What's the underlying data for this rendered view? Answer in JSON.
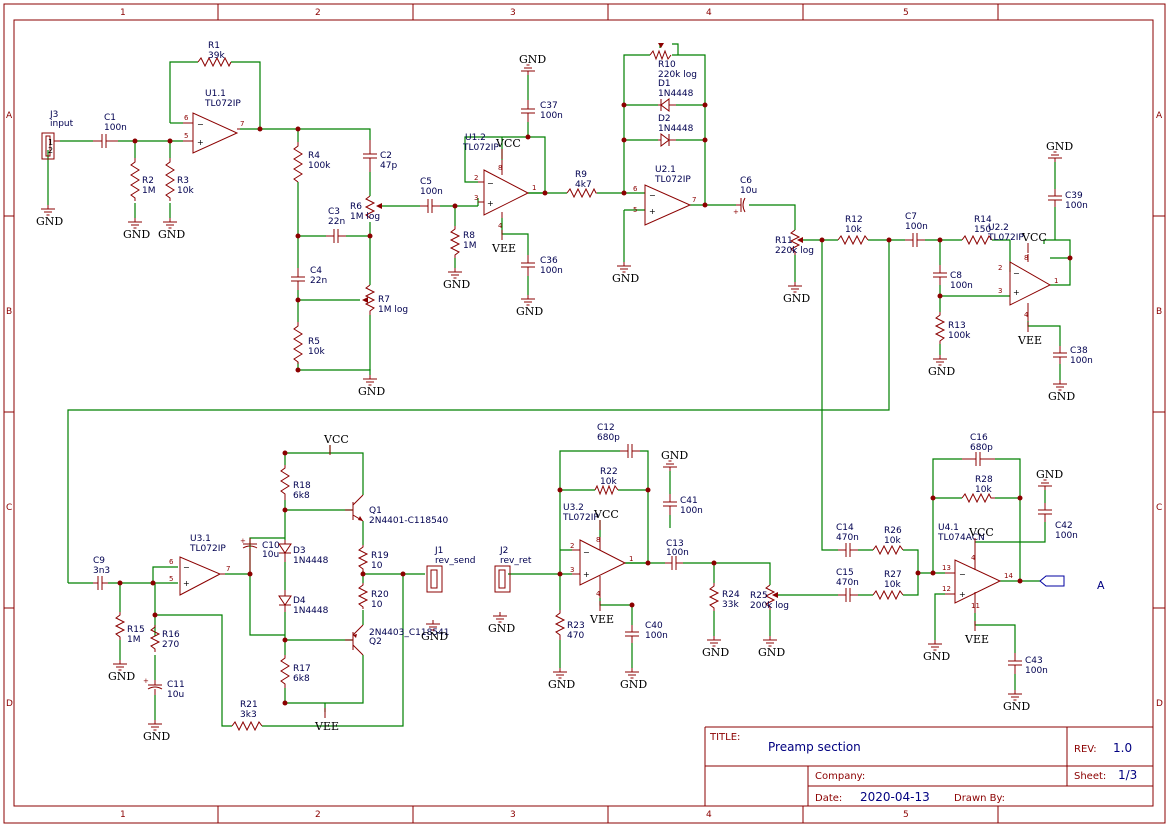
{
  "zones": {
    "columns": [
      "1",
      "2",
      "3",
      "4",
      "5"
    ],
    "rows": [
      "A",
      "B",
      "C",
      "D"
    ]
  },
  "title_block": {
    "title_label": "TITLE:",
    "title": "Preamp section",
    "rev_label": "REV:",
    "rev": "1.0",
    "company_label": "Company:",
    "company": "",
    "sheet_label": "Sheet:",
    "sheet": "1/3",
    "date_label": "Date:",
    "date": "2020-04-13",
    "drawn_by_label": "Drawn By:",
    "drawn_by": ""
  },
  "power": {
    "gnd": "GND",
    "vcc": "VCC",
    "vee": "VEE"
  },
  "net_labels": {
    "out_a": "A"
  },
  "parts": {
    "J3": {
      "ref": "J3",
      "value": "input"
    },
    "J1": {
      "ref": "J1",
      "value": "rev_send"
    },
    "J2": {
      "ref": "J2",
      "value": "rev_ret"
    },
    "C1": {
      "ref": "C1",
      "value": "100n"
    },
    "C2": {
      "ref": "C2",
      "value": "47p"
    },
    "C3": {
      "ref": "C3",
      "value": "22n"
    },
    "C4": {
      "ref": "C4",
      "value": "22n"
    },
    "C5": {
      "ref": "C5",
      "value": "100n"
    },
    "C6": {
      "ref": "C6",
      "value": "10u"
    },
    "C7": {
      "ref": "C7",
      "value": "100n"
    },
    "C8": {
      "ref": "C8",
      "value": "100n"
    },
    "C9": {
      "ref": "C9",
      "value": "3n3"
    },
    "C10": {
      "ref": "C10",
      "value": "10u"
    },
    "C11": {
      "ref": "C11",
      "value": "10u"
    },
    "C12": {
      "ref": "C12",
      "value": "680p"
    },
    "C13": {
      "ref": "C13",
      "value": "100n"
    },
    "C14": {
      "ref": "C14",
      "value": "470n"
    },
    "C15": {
      "ref": "C15",
      "value": "470n"
    },
    "C16": {
      "ref": "C16",
      "value": "680p"
    },
    "C36": {
      "ref": "C36",
      "value": "100n"
    },
    "C37": {
      "ref": "C37",
      "value": "100n"
    },
    "C38": {
      "ref": "C38",
      "value": "100n"
    },
    "C39": {
      "ref": "C39",
      "value": "100n"
    },
    "C40": {
      "ref": "C40",
      "value": "100n"
    },
    "C41": {
      "ref": "C41",
      "value": "100n"
    },
    "C42": {
      "ref": "C42",
      "value": "100n"
    },
    "C43": {
      "ref": "C43",
      "value": "100n"
    },
    "R1": {
      "ref": "R1",
      "value": "39k"
    },
    "R2": {
      "ref": "R2",
      "value": "1M"
    },
    "R3": {
      "ref": "R3",
      "value": "10k"
    },
    "R4": {
      "ref": "R4",
      "value": "100k"
    },
    "R5": {
      "ref": "R5",
      "value": "10k"
    },
    "R6": {
      "ref": "R6",
      "value": "1M log"
    },
    "R7": {
      "ref": "R7",
      "value": "1M log"
    },
    "R8": {
      "ref": "R8",
      "value": "1M"
    },
    "R9": {
      "ref": "R9",
      "value": "4k7"
    },
    "R10": {
      "ref": "R10",
      "value": "220k log"
    },
    "R11": {
      "ref": "R11",
      "value": "220k log"
    },
    "R12": {
      "ref": "R12",
      "value": "10k"
    },
    "R13": {
      "ref": "R13",
      "value": "100k"
    },
    "R14": {
      "ref": "R14",
      "value": "150"
    },
    "R15": {
      "ref": "R15",
      "value": "1M"
    },
    "R16": {
      "ref": "R16",
      "value": "270"
    },
    "R17": {
      "ref": "R17",
      "value": "6k8"
    },
    "R18": {
      "ref": "R18",
      "value": "6k8"
    },
    "R19": {
      "ref": "R19",
      "value": "10"
    },
    "R20": {
      "ref": "R20",
      "value": "10"
    },
    "R21": {
      "ref": "R21",
      "value": "3k3"
    },
    "R22": {
      "ref": "R22",
      "value": "10k"
    },
    "R23": {
      "ref": "R23",
      "value": "470"
    },
    "R24": {
      "ref": "R24",
      "value": "33k"
    },
    "R25": {
      "ref": "R25",
      "value": "200k log"
    },
    "R26": {
      "ref": "R26",
      "value": "10k"
    },
    "R27": {
      "ref": "R27",
      "value": "10k"
    },
    "R28": {
      "ref": "R28",
      "value": "10k"
    },
    "D1": {
      "ref": "D1",
      "value": "1N4448"
    },
    "D2": {
      "ref": "D2",
      "value": "1N4448"
    },
    "D3": {
      "ref": "D3",
      "value": "1N4448"
    },
    "D4": {
      "ref": "D4",
      "value": "1N4448"
    },
    "Q1": {
      "ref": "Q1",
      "value": "2N4401-C118540"
    },
    "Q2": {
      "ref": "Q2",
      "value": "2N4403_C118541"
    },
    "U1_1": {
      "ref": "U1.1",
      "value": "TL072IP"
    },
    "U1_2": {
      "ref": "U1.2",
      "value": "TL072IP"
    },
    "U2_1": {
      "ref": "U2.1",
      "value": "TL072IP"
    },
    "U2_2": {
      "ref": "U2.2",
      "value": "TL072IP"
    },
    "U3_1": {
      "ref": "U3.1",
      "value": "TL072IP"
    },
    "U3_2": {
      "ref": "U3.2",
      "value": "TL072IP"
    },
    "U4_1": {
      "ref": "U4.1",
      "value": "TL074ACN"
    }
  }
}
